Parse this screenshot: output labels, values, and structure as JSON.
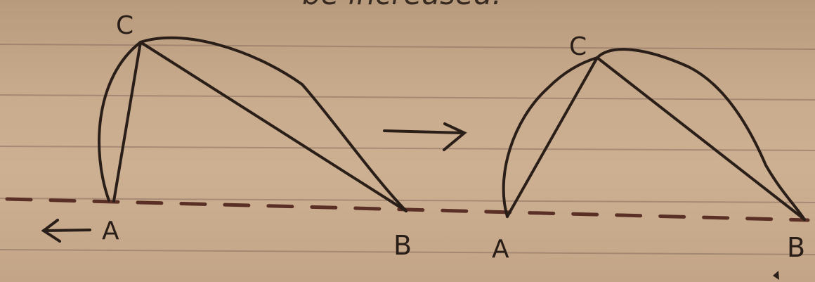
{
  "header_fragment": "be increased.",
  "left_figure": {
    "label_c": "C",
    "label_a": "A",
    "label_b": "B",
    "arrow_label": "←"
  },
  "right_figure": {
    "label_c": "C",
    "label_a": "A",
    "label_b": "B"
  },
  "transition_arrow": "→",
  "colors": {
    "ink": "#2a1e18",
    "paper": "#c9ab8d",
    "rule": "#8a6f61",
    "dash": "#5a2f25"
  }
}
